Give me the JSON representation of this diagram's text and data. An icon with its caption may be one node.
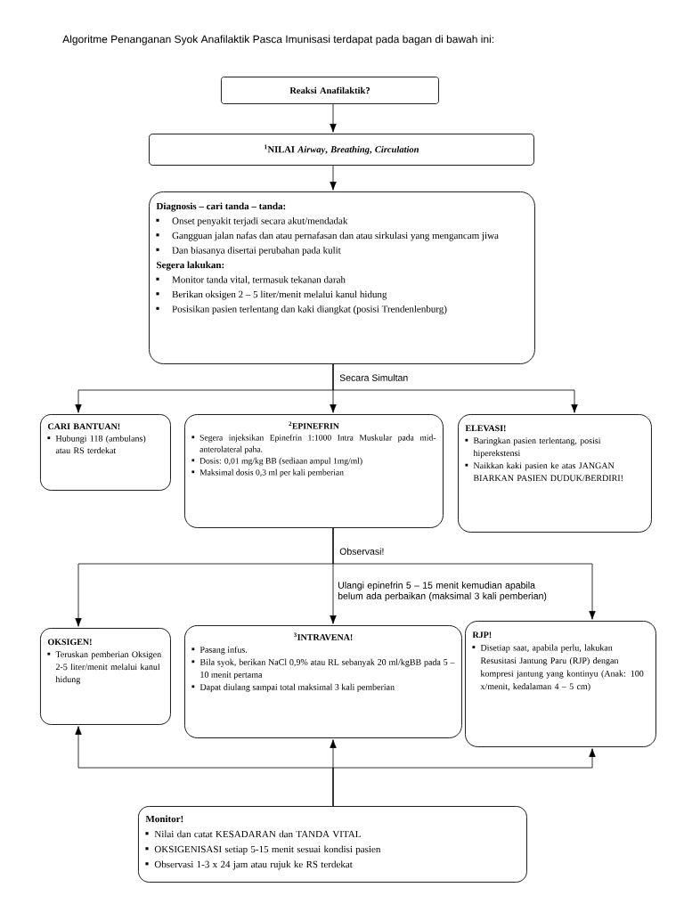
{
  "diagram": {
    "title": "Algoritme Penanganan Syok Anafilaktik Pasca Imunisasi terdapat pada bagan di bawah ini:",
    "nodes": [
      {
        "text": [
          "Reaksi Anafilaktik?"
        ]
      },
      {
        "text": [
          "$^{1}$NILAI *Airway*, *Breathing*, *Circulation*"
        ]
      },
      {
        "text": [
          "Diagnosis – cari tanda – tanda:",
          "Onset penyakit terjadi secara akut/mendadak",
          "Gangguan jalan nafas dan atau pernafasan dan atau sirkulasi yang mengancam jiwa",
          "Dan biasanya disertai perubahan pada kulit",
          "Segera lakukan:",
          "Monitor tanda vital, termasuk tekanan darah",
          "Berikan oksigen 2 – 5 liter/menit melalui kanul hidung",
          "Posisikan pasien terlentang dan kaki diangkat (posisi Trendenlenburg)"
        ]
      },
      {
        "text": [
          "CARI BANTUAN!",
          "Hubungi 118 (ambulans) atau RS terdekat"
        ]
      },
      {
        "text": [
          "$^{2}$EPINEFRIN",
          "Segera injeksikan Epinefrin 1:1000 Intra Muskular pada mid-anterolateral paha.",
          "Dosis: 0,01 mg/kg BB (sediaan ampul 1mg/ml)",
          "Maksimal dosis 0,3 ml per kali pemberian"
        ]
      },
      {
        "text": [
          "ELEVASI!",
          "Baringkan pasien terlentang, posisi hiperekstensi",
          "Naikkan kaki pasien ke atas JANGAN BIARKAN PASIEN DUDUK/BERDIRI!"
        ]
      },
      {
        "text": [
          "OKSIGEN!",
          "Teruskan pemberian Oksigen 2-5 liter/menit melalui kanul hidung"
        ]
      },
      {
        "text": [
          "$^{3}$INTRAVENA!",
          "Pasang infus.",
          "Bila syok, berikan NaCl 0,9% atau RL sebanyak 20 ml/kgBB pada 5 – 10 menit pertama",
          "Dapat diulang sampai total maksimal 3 kali pemberian"
        ]
      },
      {
        "text": [
          "RJP!",
          "Disetiap saat, apabila perlu, lakukan Resusitasi Jantung Paru (RJP) dengan kompresi jantung yang kontinyu (Anak: 100 x/menit, kedalaman 4 – 5 cm)"
        ]
      },
      {
        "text": [
          "Monitor!",
          "Nilai dan catat KESADARAN dan TANDA VITAL",
          "OKSIGENISASI setiap 5-15 menit sesuai kondisi pasien",
          "Observasi 1-3 x 24 jam atau rujuk ke RS terdekat"
        ]
      }
    ],
    "edges": [
      {
        "from": 0,
        "to": 1,
        "arrow": "to"
      },
      {
        "from": 1,
        "to": 2,
        "arrow": "to"
      },
      {
        "from": 2,
        "to": 3,
        "arrow": "to"
      },
      {
        "from": 2,
        "to": 4,
        "arrow": "to",
        "label": "Secara Simultan"
      },
      {
        "from": 2,
        "to": 5,
        "arrow": "to"
      },
      {
        "from": 4,
        "to": 6,
        "arrow": "to",
        "label": "Observasi!"
      },
      {
        "from": 4,
        "to": 7,
        "arrow": "to",
        "label": "Ulangi epinefrin 5 – 15 menit kemudian apabila belum ada perbaikan (maksimal 3 kali pemberian)"
      },
      {
        "from": 4,
        "to": 8,
        "arrow": "to"
      },
      {
        "from": 9,
        "to": 6,
        "arrow": "to"
      },
      {
        "from": 9,
        "to": 7,
        "arrow": "to"
      },
      {
        "from": 9,
        "to": 8,
        "arrow": "to"
      }
    ]
  }
}
